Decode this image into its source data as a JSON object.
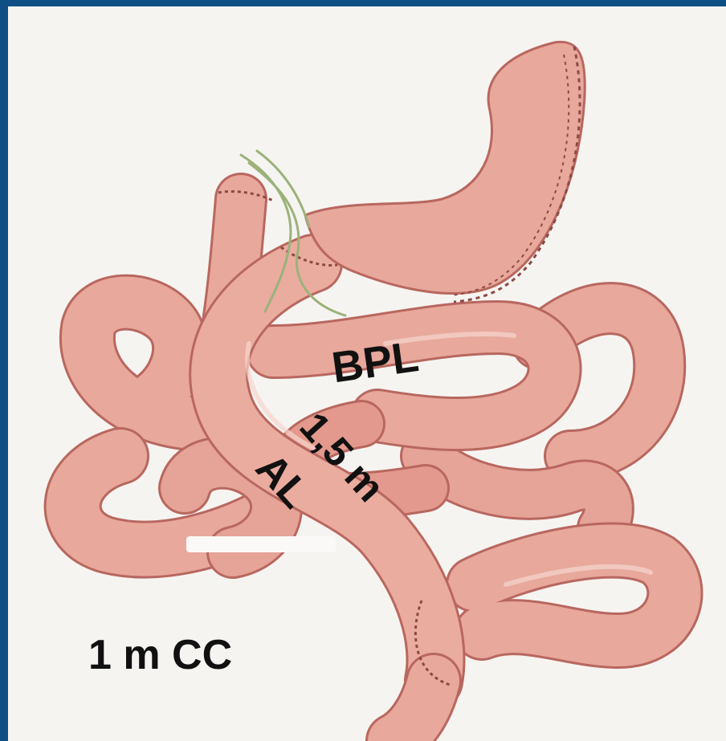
{
  "labels": {
    "biliopancreatic_limb": "BPL",
    "limb_length": "1,5 m",
    "alimentary_limb": "AL",
    "common_channel": "1 m CC"
  },
  "colors": {
    "frame": "#0e4f86",
    "background": "#f6f4f1",
    "bowel_fill": "#e8a89c",
    "bowel_outline": "#b8675f",
    "nerve": "#9bb27a"
  }
}
